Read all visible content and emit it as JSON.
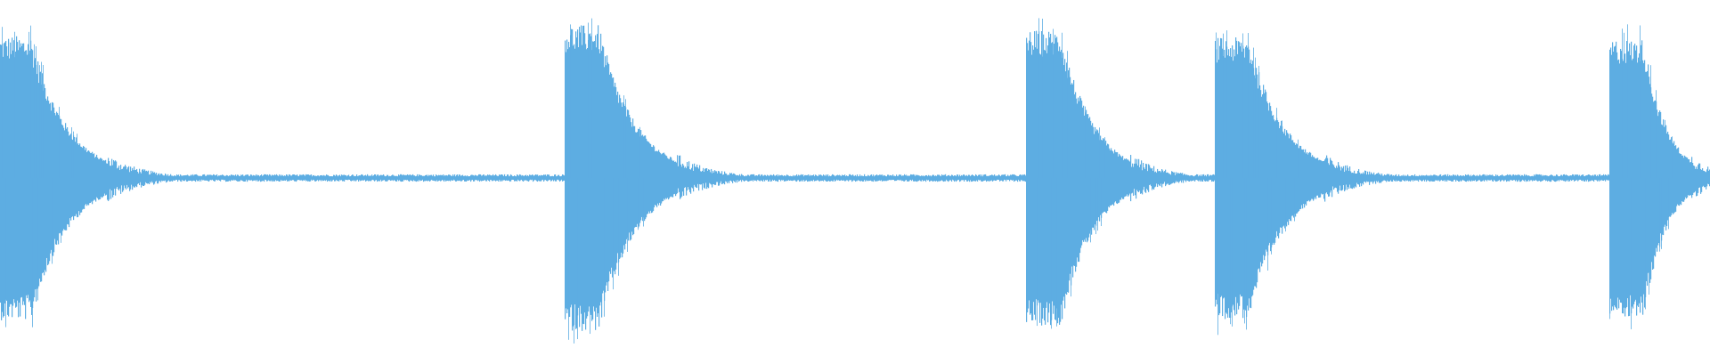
{
  "waveform": {
    "color": "#5dade2",
    "background": "#ffffff",
    "baseline_amplitude": 0.015,
    "bursts": [
      {
        "onset": 0.0,
        "peak": 0.8,
        "sustain": 0.018,
        "decay": 0.055
      },
      {
        "onset": 0.33,
        "peak": 0.86,
        "sustain": 0.02,
        "decay": 0.055
      },
      {
        "onset": 0.6,
        "peak": 0.83,
        "sustain": 0.02,
        "decay": 0.05
      },
      {
        "onset": 0.71,
        "peak": 0.79,
        "sustain": 0.02,
        "decay": 0.055
      },
      {
        "onset": 0.941,
        "peak": 0.78,
        "sustain": 0.02,
        "decay": 0.035
      }
    ]
  }
}
